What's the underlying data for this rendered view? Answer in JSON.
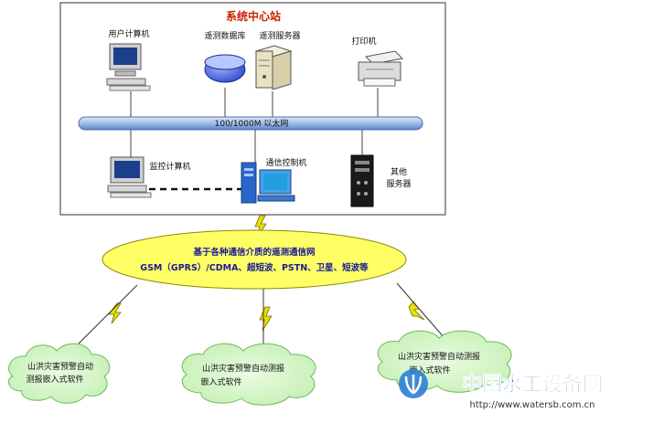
{
  "center": {
    "title": "系统中心站",
    "user_pc": "用户计算机",
    "database": "遥测数据库",
    "server": "遥测服务器",
    "printer": "打印机",
    "ethernet": "100/1000M 以太网",
    "monitor_pc": "监控计算机",
    "comm_ctrl": "通信控制机",
    "other_server_1": "其他",
    "other_server_2": "服务器"
  },
  "network": {
    "line1": "基于各种通信介质的遥测通信网",
    "line2": "GSM（GPRS）/CDMA、超短波、PSTN、卫星、短波等"
  },
  "clouds": {
    "left_1": "山洪灾害预警自动",
    "left_2": "测报嵌入式软件",
    "mid_1": "山洪灾害预警自动测报",
    "mid_2": "嵌入式软件",
    "right_1": "山洪灾害预警自动测报",
    "right_2": "嵌入式软件"
  },
  "watermark": {
    "name": "中国水工设备网",
    "url": "http://www.watersb.com.cn"
  },
  "colors": {
    "title_red": "#cc2200",
    "bus_blue": "#8fb3e6",
    "ellipse_yellow": "#ffff66",
    "cloud_green": "#c8f0b8",
    "network_text": "#1a1a99",
    "watermark_blue": "#2b7fd6"
  }
}
